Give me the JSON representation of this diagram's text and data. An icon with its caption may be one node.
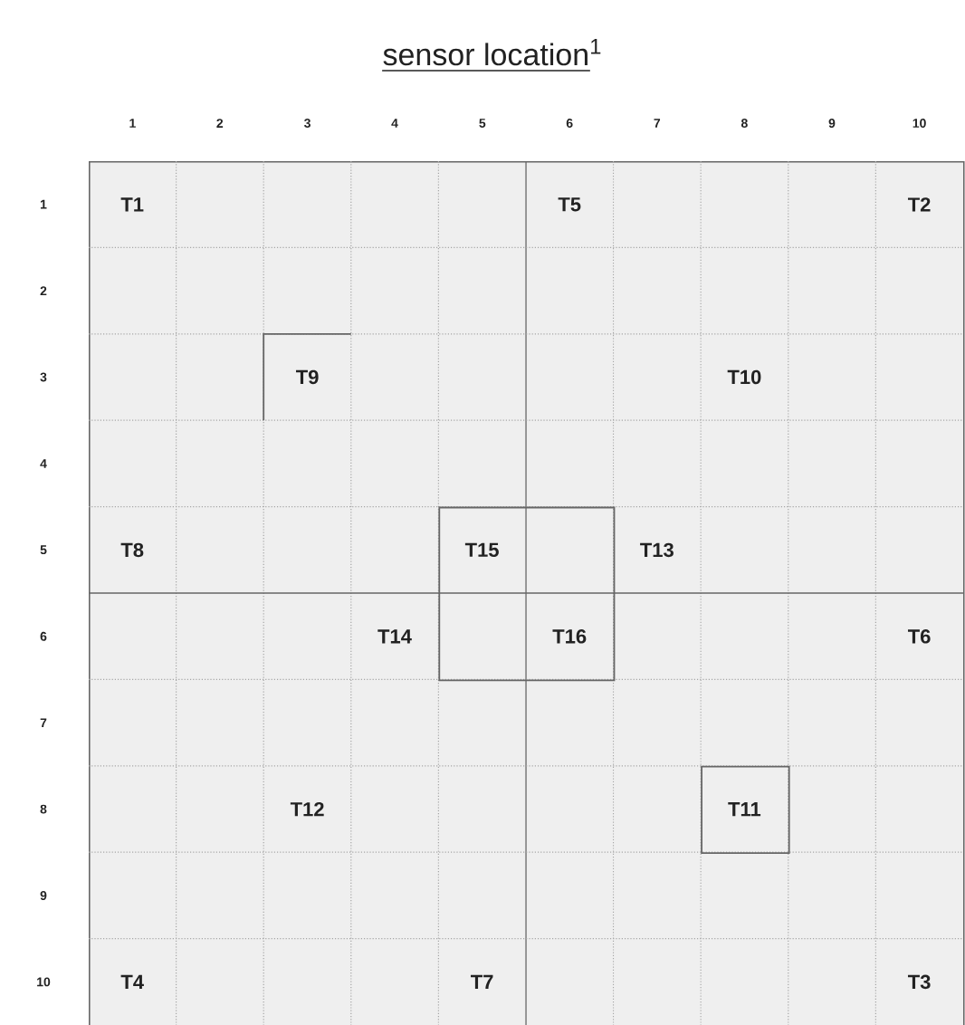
{
  "diagram": {
    "title": "sensor location$^{1}$",
    "nodes": [
      {
        "text": [],
        "shape": "box"
      },
      {
        "text": [
          "T1"
        ],
        "in": 0
      },
      {
        "text": [
          "T5"
        ],
        "in": 0
      },
      {
        "text": [
          "T2"
        ],
        "in": 0
      },
      {
        "text": [
          "T9"
        ],
        "in": 0
      },
      {
        "text": [
          "T10"
        ],
        "in": 0
      },
      {
        "text": [
          "T8"
        ],
        "in": 0
      },
      {
        "text": [
          "T15",
          "T16"
        ],
        "in": 0
      },
      {
        "text": [
          "T13"
        ],
        "in": 0
      },
      {
        "text": [
          "T14"
        ],
        "in": 0
      },
      {
        "text": [
          "T6"
        ],
        "in": 0
      },
      {
        "text": [
          "T12"
        ],
        "in": 0
      },
      {
        "text": [
          "T11"
        ],
        "in": 0
      },
      {
        "text": [
          "T4"
        ],
        "in": 0
      },
      {
        "text": [
          "T7"
        ],
        "in": 0
      },
      {
        "text": [
          "T3"
        ],
        "in": 0
      }
    ],
    "labels": [
      "1",
      "2",
      "3",
      "4",
      "5",
      "6",
      "7",
      "8",
      "9",
      "10",
      "1",
      "2",
      "3",
      "4",
      "5",
      "6",
      "7",
      "8",
      "9",
      "10"
    ]
  }
}
